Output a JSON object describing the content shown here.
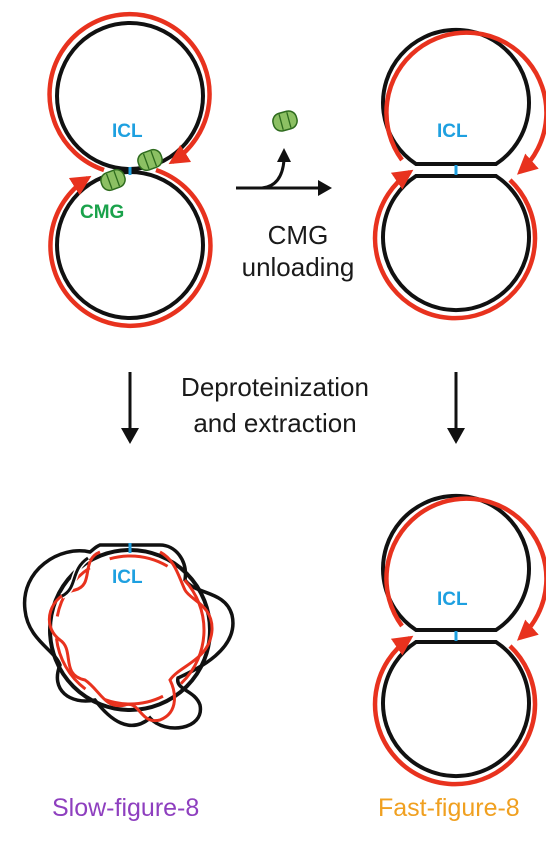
{
  "labels": {
    "icl": "ICL",
    "cmg": "CMG",
    "unloading_line1": "CMG",
    "unloading_line2": "unloading",
    "deprotein_line1": "Deproteinization",
    "deprotein_line2": "and extraction",
    "slow_caption": "Slow-figure-8",
    "fast_caption": "Fast-figure-8"
  },
  "colors": {
    "dna_black": "#111111",
    "dna_red": "#e8321e",
    "icl_blue": "#1ea0e0",
    "cmg_green": "#1aa24b",
    "cmg_fill": "#8cc063",
    "slow_purple": "#8e3fbf",
    "fast_orange": "#f0a020"
  }
}
